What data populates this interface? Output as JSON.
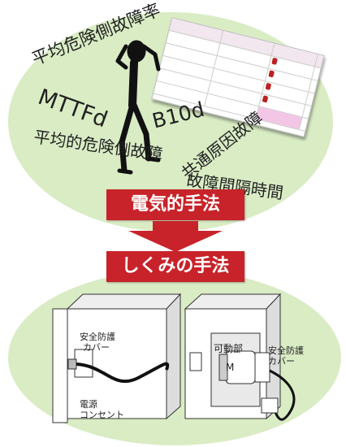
{
  "top_labels": {
    "avg_dangerous_failure_rate": "平均危険側故障率",
    "mttfd": "MTTFd",
    "b10d": "B10d",
    "avg_prob_dangerous_failure": "平均的危険側故障",
    "common_cause_failure": "共通原因故障",
    "failure_interval": "故障間隔時間"
  },
  "banners": {
    "electrical": "電気的手法",
    "mechanism": "しくみの手法"
  },
  "illustration": {
    "safety_cover_left": [
      "安全防護",
      "カバー"
    ],
    "power_outlet": [
      "電源",
      "コンセント"
    ],
    "movable_part": "可動部",
    "motor": "M",
    "safety_cover_right": [
      "安全防護",
      "カバー"
    ]
  },
  "colors": {
    "ellipse_green": "#d9ecc4",
    "banner_red": "#c8232a"
  }
}
